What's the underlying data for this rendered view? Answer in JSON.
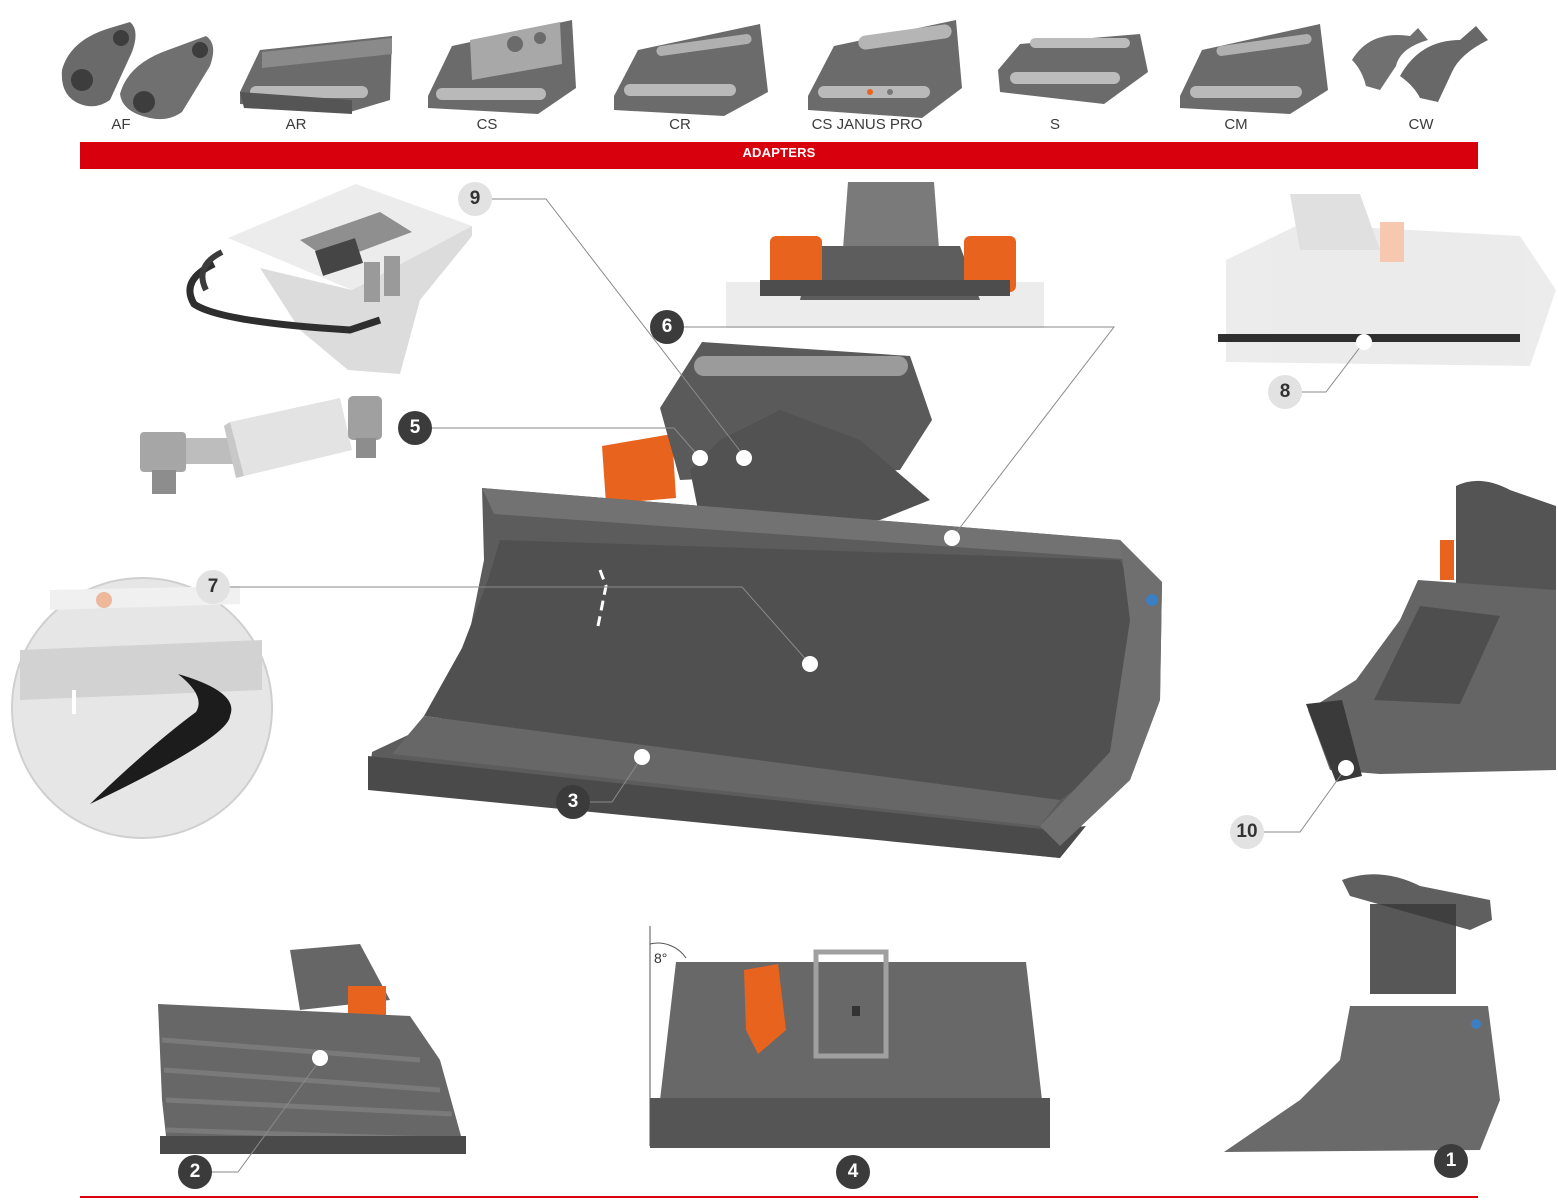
{
  "adapters": {
    "items": [
      {
        "label": "AF"
      },
      {
        "label": "AR"
      },
      {
        "label": "CS"
      },
      {
        "label": "CR"
      },
      {
        "label": "CS JANUS PRO"
      },
      {
        "label": "S"
      },
      {
        "label": "CM"
      },
      {
        "label": "CW"
      }
    ],
    "banner": "ADAPTERS"
  },
  "callouts": {
    "c1": "1",
    "c2": "2",
    "c3": "3",
    "c4": "4",
    "c5": "5",
    "c6": "6",
    "c7": "7",
    "c8": "8",
    "c9": "9",
    "c10": "10"
  },
  "angle_label": "8°",
  "colors": {
    "accent_red": "#d9000d",
    "steel_gray": "#5f5f5f",
    "cylinder_orange": "#e8641e"
  }
}
